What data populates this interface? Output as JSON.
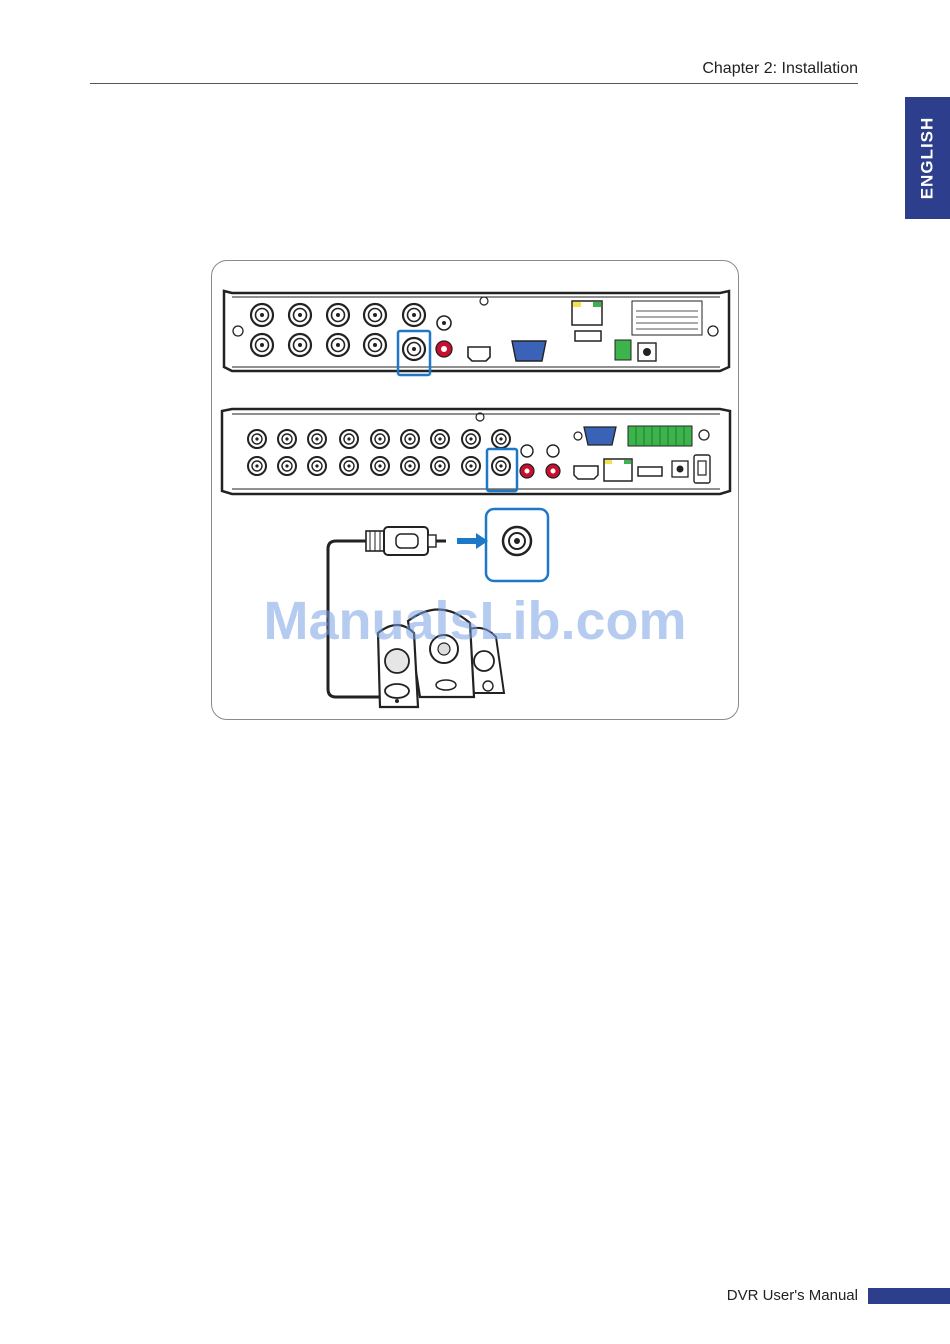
{
  "header": {
    "chapter_title": "Chapter 2: Installation"
  },
  "side_tab": {
    "label": "ENGLISH",
    "color": "#2c3e8c"
  },
  "figure": {
    "highlight_color": "#1e78c8",
    "arrow_color": "#1e78c8"
  },
  "watermark": {
    "text": "ManualsLib.com"
  },
  "footer": {
    "manual_title": "DVR User's Manual"
  }
}
